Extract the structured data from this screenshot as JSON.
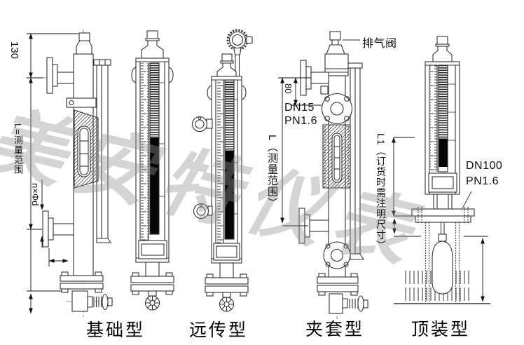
{
  "watermark": {
    "text": "美安特仪表"
  },
  "labels": {
    "dim_130": "130",
    "measure_range_left": "L=测量范围",
    "bolt_holes": "n×Φd",
    "exhaust_valve": "排气阀",
    "dim_80": "80",
    "flange_dn15_line1": "DN15",
    "flange_dn15_line2": "PN1.6",
    "measure_range_jacket": "L（测量范围）",
    "l1_order_note": "L1（订货时需注明尺寸）",
    "flange_dn100_line1": "DN100",
    "flange_dn100_line2": "PN1.6"
  },
  "types": [
    {
      "label": "基础型"
    },
    {
      "label": "远传型"
    },
    {
      "label": "夹套型"
    },
    {
      "label": "顶装型"
    }
  ]
}
